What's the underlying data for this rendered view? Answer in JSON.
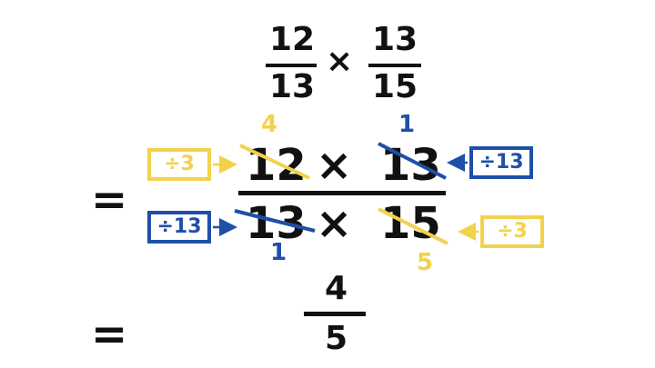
{
  "expression": {
    "term1": {
      "numerator": "12",
      "denominator": "13"
    },
    "term2": {
      "numerator": "13",
      "denominator": "15"
    },
    "times": "×"
  },
  "step": {
    "equals": "=",
    "numerator_left": "12",
    "numerator_right": "13",
    "denominator_left": "13",
    "denominator_right": "15",
    "times": "×",
    "reduced": {
      "num_left": "4",
      "num_right": "1",
      "den_left": "1",
      "den_right": "5"
    },
    "annotations": {
      "top_left": "÷3",
      "top_right": "÷13",
      "bottom_left": "÷13",
      "bottom_right": "÷3"
    }
  },
  "result": {
    "equals": "=",
    "numerator": "4",
    "denominator": "5"
  },
  "colors": {
    "yellow": "#f2d24b",
    "blue": "#1f4fa8",
    "ink": "#111111"
  }
}
